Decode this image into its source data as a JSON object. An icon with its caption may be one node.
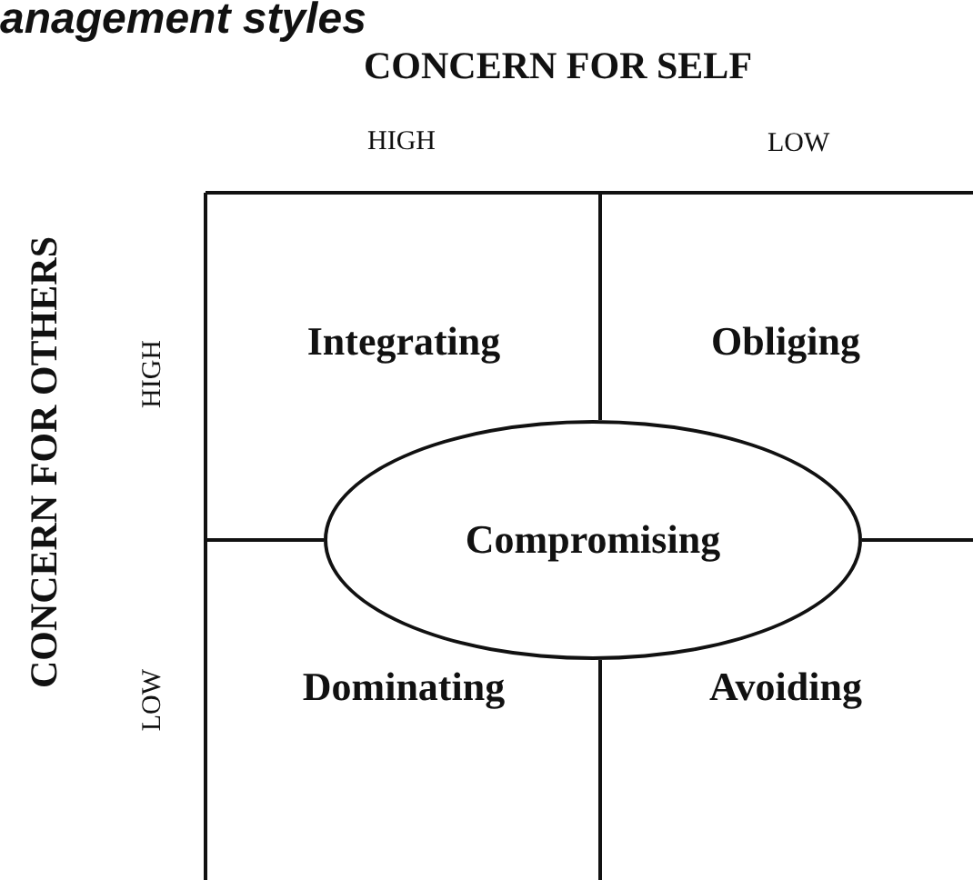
{
  "diagram": {
    "title": "anagement styles",
    "nodes": [
      {
        "text": [
          "Integrating"
        ]
      },
      {
        "text": [
          "Obliging"
        ]
      },
      {
        "text": [
          "Compromising"
        ]
      },
      {
        "text": [
          "Dominating"
        ]
      },
      {
        "text": [
          "Avoiding"
        ]
      }
    ],
    "labels": [
      "CONCERN FOR SELF",
      "HIGH",
      "LOW",
      "CONCERN FOR OTHERS",
      "HIGH",
      "LOW"
    ]
  }
}
